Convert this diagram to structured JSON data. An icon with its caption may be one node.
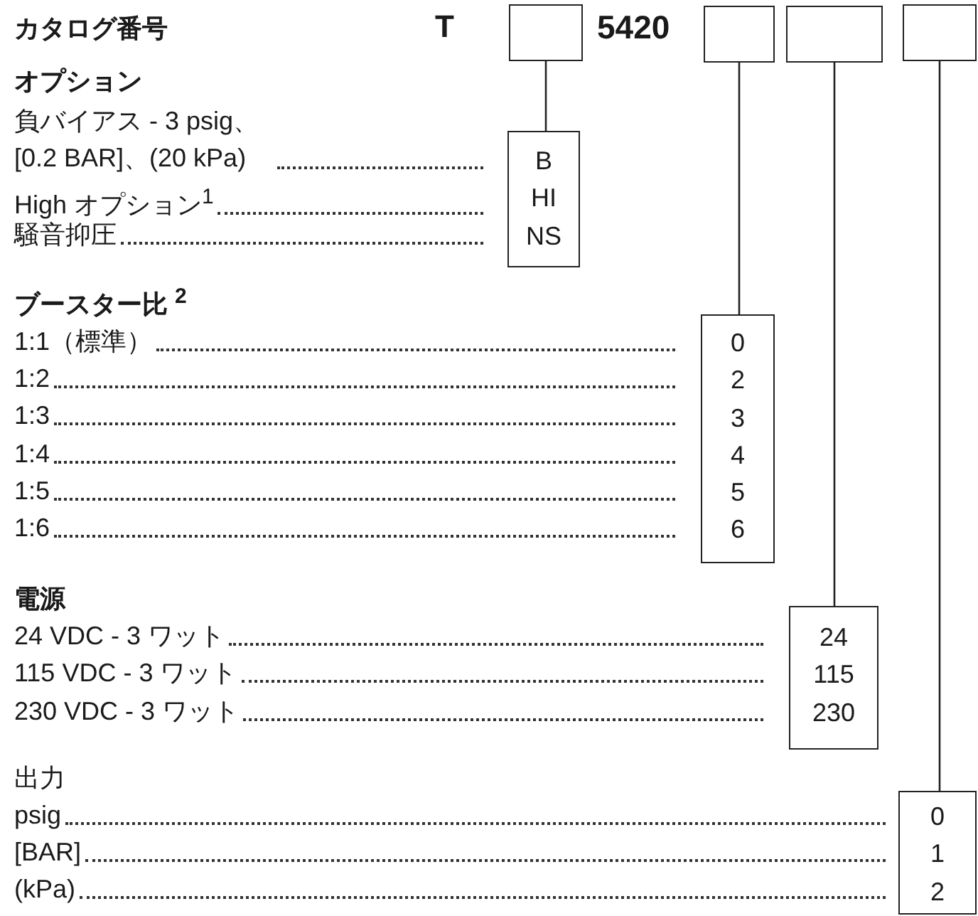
{
  "diagram": {
    "nodes": [
      {
        "text": [],
        "shape": "box"
      },
      {
        "text": [],
        "shape": "box"
      },
      {
        "text": [],
        "shape": "box"
      },
      {
        "text": [],
        "shape": "box"
      },
      {
        "text": [
          "B",
          "HI",
          "NS"
        ]
      },
      {
        "text": [
          "0",
          "2",
          "3",
          "4",
          "5",
          "6"
        ]
      },
      {
        "text": [
          "24",
          "115",
          "230"
        ]
      },
      {
        "text": [
          "0",
          "1",
          "2"
        ]
      }
    ],
    "edges": [
      {
        "from": 0,
        "to": 4,
        "arrow": "none"
      },
      {
        "from": 1,
        "to": 5,
        "arrow": "none"
      },
      {
        "from": 2,
        "to": 6,
        "arrow": "none"
      },
      {
        "from": 3,
        "to": 7,
        "arrow": "none"
      }
    ],
    "labels": [
      "カタログ番号",
      "T",
      "5420",
      "オプション",
      "負バイアス - 3 psig、[0.2 BAR]、(20 kPa)",
      "High オプション$^{1}$",
      "騒音抑圧",
      "ブースター比 $^{2}$",
      "1:1（標準）",
      "1:2",
      "1:3",
      "1:4",
      "1:5",
      "1:6",
      "電源",
      "24 VDC - 3 ワット",
      "115 VDC - 3 ワット",
      "230 VDC - 3 ワット",
      "出力",
      "psig",
      "[BAR]",
      "(kPa)"
    ]
  }
}
